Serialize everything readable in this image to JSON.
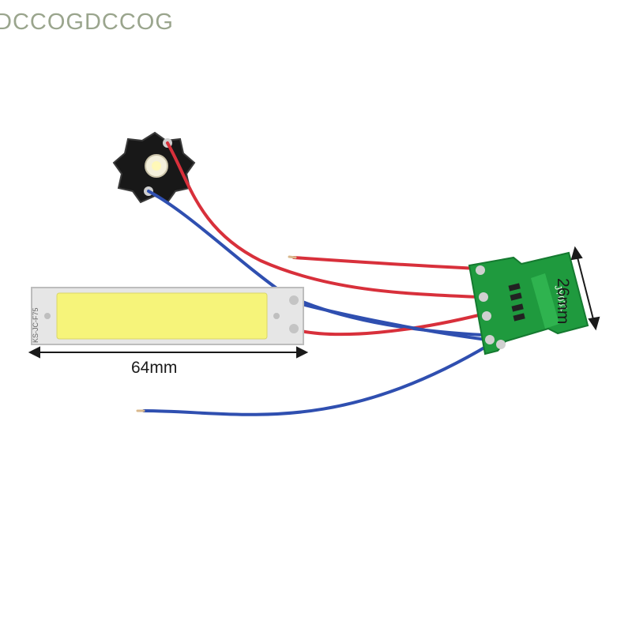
{
  "watermark": "DCCOGDCCOG",
  "dimensions": {
    "width_label": "64mm",
    "height_label": "26mm"
  },
  "cob_strip": {
    "marking": "KS-JC-F75",
    "led_color": "#f6f47a"
  },
  "driver_board": {
    "marking": "JY031",
    "pcb_color": "#1f9a3e"
  },
  "wires": {
    "positive_color": "#d8303b",
    "negative_color": "#2f4fb0"
  }
}
